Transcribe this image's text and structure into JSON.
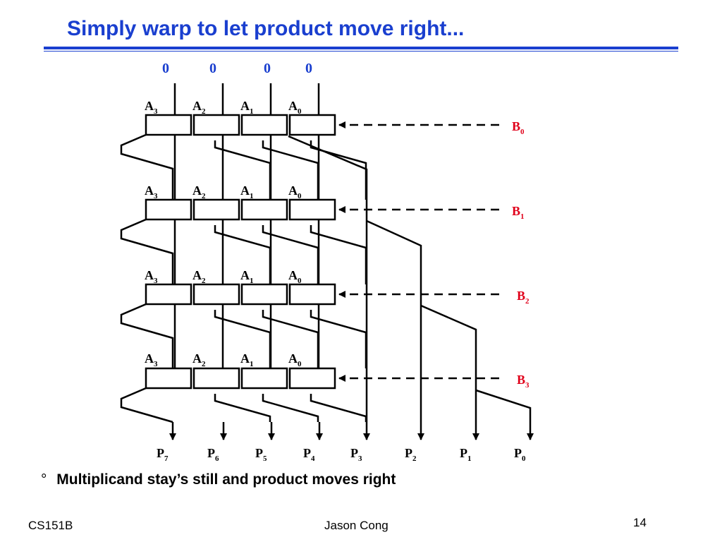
{
  "slide": {
    "title": "Simply warp to let product move right...",
    "bullet_marker": "°",
    "bullet": "Multiplicand stay’s still and product moves right",
    "footer_left": "CS151B",
    "footer_center": "Jason Cong",
    "page_number": "14"
  },
  "diagram": {
    "top_inputs": [
      "0",
      "0",
      "0",
      "0"
    ],
    "cell_labels": [
      "A",
      "A",
      "A",
      "A"
    ],
    "cell_subscripts": [
      "3",
      "2",
      "1",
      "0"
    ],
    "b_inputs": [
      {
        "label": "B",
        "sub": "0"
      },
      {
        "label": "B",
        "sub": "1"
      },
      {
        "label": "B",
        "sub": "2"
      },
      {
        "label": "B",
        "sub": "3"
      }
    ],
    "outputs": [
      {
        "label": "P",
        "sub": "7"
      },
      {
        "label": "P",
        "sub": "6"
      },
      {
        "label": "P",
        "sub": "5"
      },
      {
        "label": "P",
        "sub": "4"
      },
      {
        "label": "P",
        "sub": "3"
      },
      {
        "label": "P",
        "sub": "2"
      },
      {
        "label": "P",
        "sub": "1"
      },
      {
        "label": "P",
        "sub": "0"
      }
    ],
    "colors": {
      "top_inputs": "#1a3fcf",
      "b_inputs": "#e0001a",
      "lines": "#000000"
    }
  }
}
